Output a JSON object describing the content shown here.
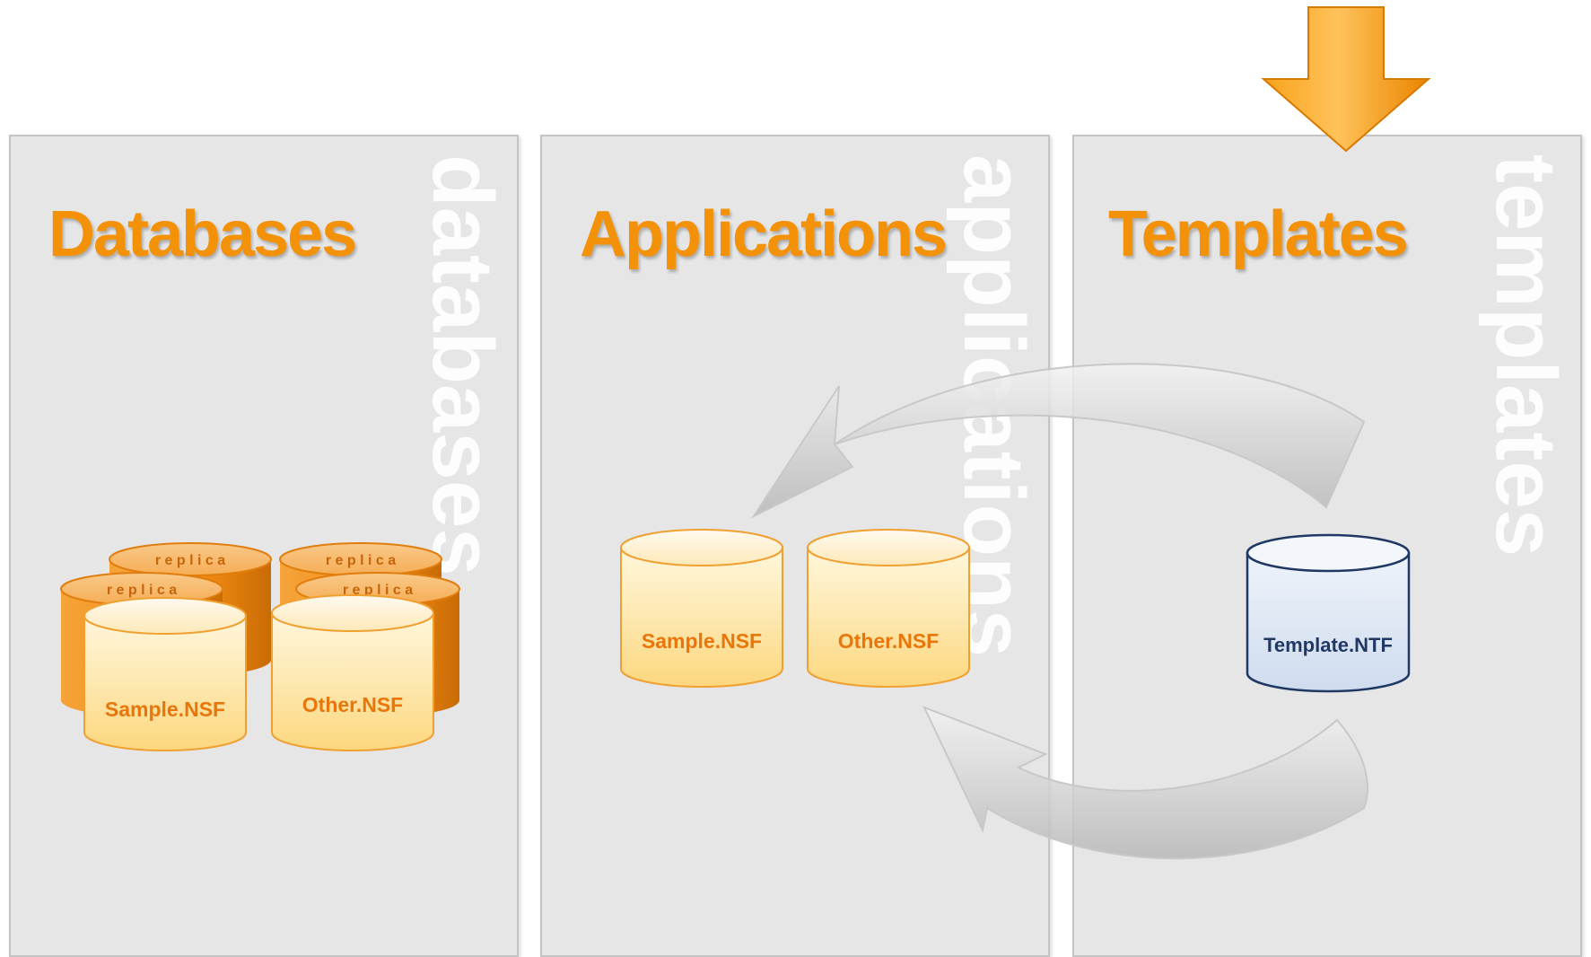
{
  "panels": {
    "databases": {
      "title": "Databases",
      "watermark": "databases"
    },
    "applications": {
      "title": "Applications",
      "watermark": "applications"
    },
    "templates": {
      "title": "Templates",
      "watermark": "templates"
    }
  },
  "databases": {
    "replica_label": "r e p l i c a",
    "sample": "Sample.NSF",
    "other": "Other.NSF"
  },
  "applications": {
    "sample": "Sample.NSF",
    "other": "Other.NSF"
  },
  "templates": {
    "template": "Template.NTF"
  },
  "colors": {
    "accent": "#f39209",
    "panel_bg": "#e6e6e6",
    "db_cylinder": "#fde29b",
    "db_text": "#e8760a",
    "replica_orange": "#f0901c",
    "template_cylinder": "#dce6f2",
    "template_text": "#1f3864"
  },
  "icons": {
    "down_arrow": "orange-down-arrow",
    "cycle_arrows": "refresh-cycle-arrows"
  }
}
